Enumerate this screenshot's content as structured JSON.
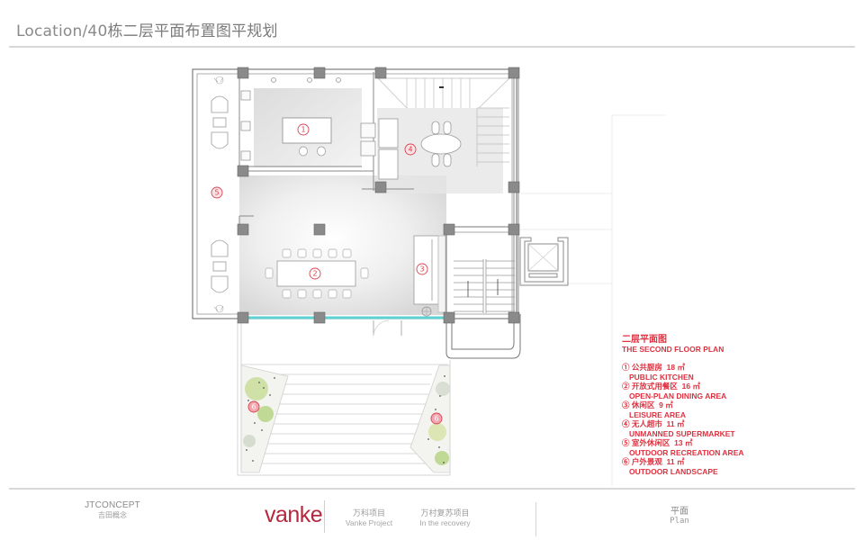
{
  "header": {
    "title_prefix": "Location/40",
    "title_cn": "栋二层平面布置图平规划"
  },
  "plan": {
    "zones": [
      {
        "id": "1",
        "label": "①",
        "name": "public-kitchen"
      },
      {
        "id": "2",
        "label": "②",
        "name": "open-plan-dining-area"
      },
      {
        "id": "3",
        "label": "③",
        "name": "leisure-area"
      },
      {
        "id": "4",
        "label": "④",
        "name": "unmanned-supermarket"
      },
      {
        "id": "5",
        "label": "⑤",
        "name": "outdoor-recreation-area"
      },
      {
        "id": "6",
        "label": "⑥",
        "name": "outdoor-landscape"
      }
    ],
    "colors": {
      "wall": "#7d7d7d",
      "column": "#8a8a8a",
      "glass_line": "#5fd0d4",
      "zone_number": "#d9434f",
      "floor_shade": "#e2e2e2",
      "greenery": "#b9d68a"
    }
  },
  "legend": {
    "title_cn": "二层平面图",
    "title_en": "THE SECOND FLOOR PLAN",
    "color": "#e0303f",
    "items": [
      {
        "num": "①",
        "cn": "公共厨房",
        "area": "18 ㎡",
        "en": "PUBLIC KITCHEN"
      },
      {
        "num": "②",
        "cn": "开放式用餐区",
        "area": "16 ㎡",
        "en": "OPEN-PLAN DINING AREA"
      },
      {
        "num": "③",
        "cn": "休闲区",
        "area": "9 ㎡",
        "en": "LEISURE AREA"
      },
      {
        "num": "④",
        "cn": "无人超市",
        "area": "11 ㎡",
        "en": "UNMANNED SUPERMARKET"
      },
      {
        "num": "⑤",
        "cn": "室外休闲区",
        "area": "13 ㎡",
        "en": "OUTDOOR RECREATION AREA"
      },
      {
        "num": "⑥",
        "cn": "户外景观",
        "area": "11 ㎡",
        "en": "OUTDOOR LANDSCAPE"
      }
    ]
  },
  "footer": {
    "studio_en": "JTCONCEPT",
    "studio_cn": "吉田概念",
    "brand": "vanke",
    "brand_color": "#b5283d",
    "project_cn": "万科项目",
    "project_en": "Vanke Project",
    "recovery_cn": "万村复苏项目",
    "recovery_en": "In the recovery",
    "section_cn": "平面",
    "section_en": "Plan"
  }
}
